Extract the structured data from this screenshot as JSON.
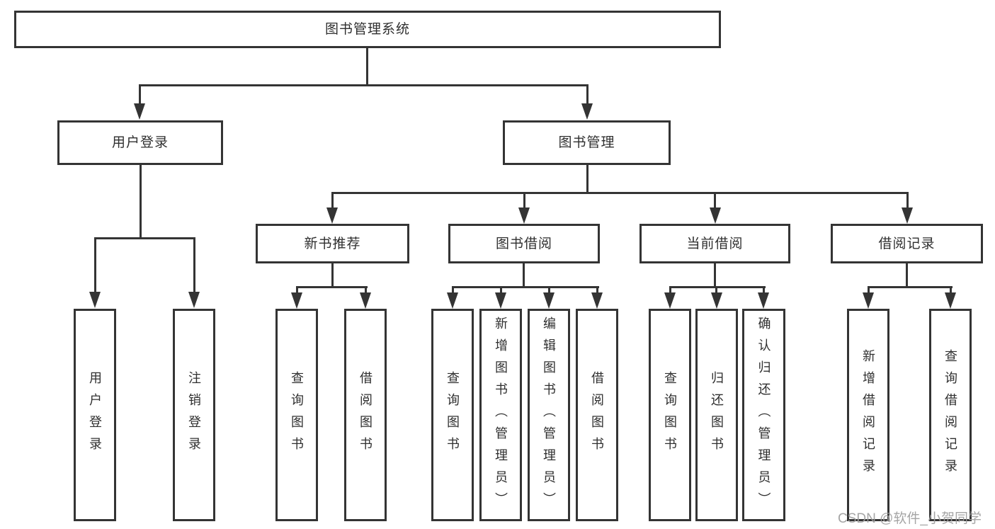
{
  "diagram": {
    "title": "图书管理系统",
    "children": [
      {
        "label": "用户登录",
        "children": [
          {
            "label": "用户登录"
          },
          {
            "label": "注销登录"
          }
        ]
      },
      {
        "label": "图书管理",
        "children": [
          {
            "label": "新书推荐",
            "children": [
              {
                "label": "查询图书"
              },
              {
                "label": "借阅图书"
              }
            ]
          },
          {
            "label": "图书借阅",
            "children": [
              {
                "label": "查询图书"
              },
              {
                "label": "新增图书（管理员）"
              },
              {
                "label": "编辑图书（管理员）"
              },
              {
                "label": "借阅图书"
              }
            ]
          },
          {
            "label": "当前借阅",
            "children": [
              {
                "label": "查询图书"
              },
              {
                "label": "归还图书"
              },
              {
                "label": "确认归还（管理员）"
              }
            ]
          },
          {
            "label": "借阅记录",
            "children": [
              {
                "label": "新增借阅记录"
              },
              {
                "label": "查询借阅记录"
              }
            ]
          }
        ]
      }
    ]
  },
  "watermark": {
    "text": "CSDN @软件_小贺同学"
  },
  "colors": {
    "line": "#343434",
    "text": "#2f2f2f",
    "watermark": "#9e9e9e"
  }
}
